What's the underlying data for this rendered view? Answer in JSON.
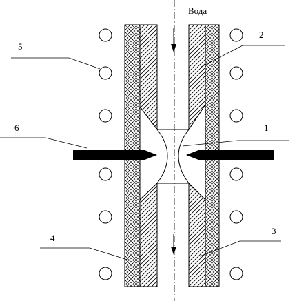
{
  "diagram": {
    "flow_label": "Вода",
    "labels": [
      {
        "id": "1",
        "text": "1"
      },
      {
        "id": "2",
        "text": "2"
      },
      {
        "id": "3",
        "text": "3"
      },
      {
        "id": "4",
        "text": "4"
      },
      {
        "id": "5",
        "text": "5"
      },
      {
        "id": "6",
        "text": "6"
      }
    ]
  }
}
